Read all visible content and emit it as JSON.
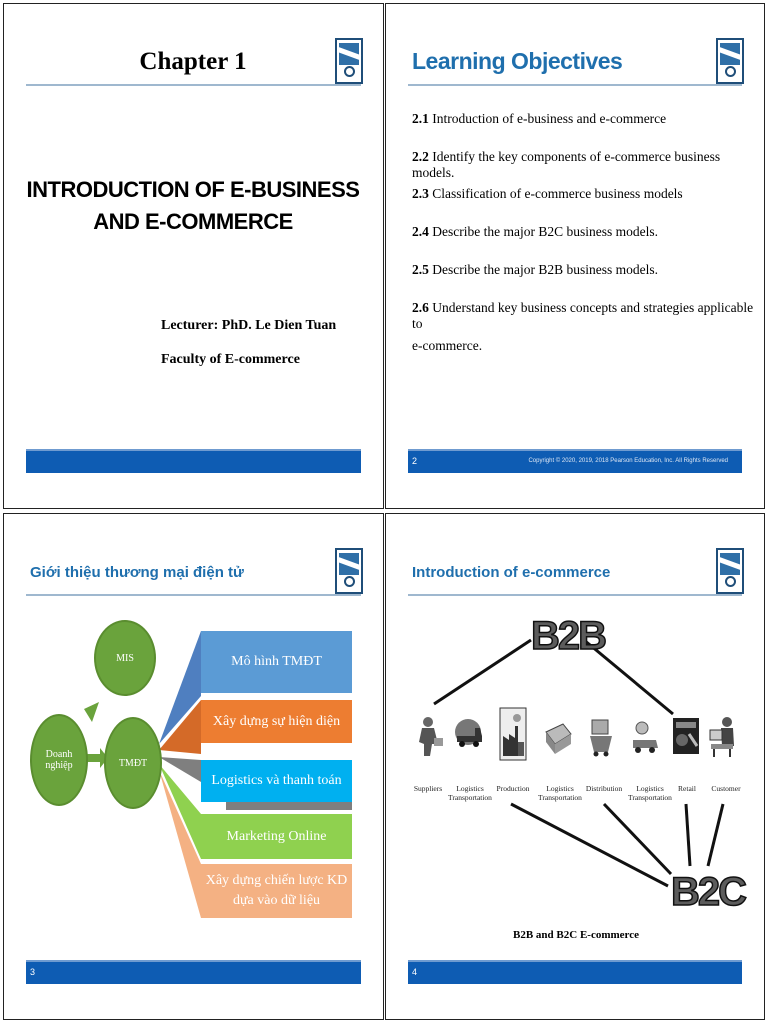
{
  "slide1": {
    "chapter": "Chapter 1",
    "title_line1": "INTRODUCTION OF E-BUSINESS",
    "title_line2": "AND E-COMMERCE",
    "lecturer": "Lecturer: PhD. Le Dien Tuan",
    "faculty": "Faculty of E-commerce"
  },
  "slide2": {
    "heading": "Learning Objectives",
    "objectives": [
      {
        "num": "2.1",
        "text": " Introduction of e-business and e-commerce"
      },
      {
        "num": "2.2",
        "text": " Identify the key components of e-commerce business models."
      },
      {
        "num": "2.3",
        "text": " Classification of e-commerce business models"
      },
      {
        "num": "2.4",
        "text": " Describe the major B2C business models."
      },
      {
        "num": "2.5",
        "text": " Describe the major B2B business models."
      },
      {
        "num": "2.6",
        "text": " Understand key business concepts and strategies applicable to"
      }
    ],
    "objective_cont": "e-commerce.",
    "page": "2",
    "copyright": "Copyright © 2020, 2019, 2018 Pearson Education, Inc. All Rights Reserved"
  },
  "slide3": {
    "heading": "Giới thiệu thương mại điện tử",
    "circles": {
      "mis": "MIS",
      "tmdt": "TMĐT",
      "dn1": "Doanh",
      "dn2": "nghiệp"
    },
    "boxes": [
      {
        "label": "Mô hình TMĐT",
        "color": "#5b9bd5"
      },
      {
        "label": "Xây dựng sự hiện diện",
        "color": "#ed7d31"
      },
      {
        "label": "Logistics và thanh toán",
        "color": "#00b0f0"
      },
      {
        "label": "Marketing Online",
        "color": "#8fd14f"
      },
      {
        "label_line1": "Xây dựng chiến lược KD",
        "label_line2": "dựa vào dữ liệu",
        "color": "#f4b183"
      }
    ],
    "page": "3"
  },
  "slide4": {
    "heading": "Introduction of e-commerce",
    "b2b": "B2B",
    "b2c": "B2C",
    "chain": [
      {
        "l1": "Suppliers",
        "l2": ""
      },
      {
        "l1": "Logistics",
        "l2": "Transportation"
      },
      {
        "l1": "Production",
        "l2": ""
      },
      {
        "l1": "Logistics",
        "l2": "Transportation"
      },
      {
        "l1": "Distribution",
        "l2": ""
      },
      {
        "l1": "Logistics",
        "l2": "Transportation"
      },
      {
        "l1": "Retail",
        "l2": ""
      },
      {
        "l1": "Customer",
        "l2": ""
      }
    ],
    "caption": "B2B and B2C E-commerce",
    "page": "4"
  }
}
